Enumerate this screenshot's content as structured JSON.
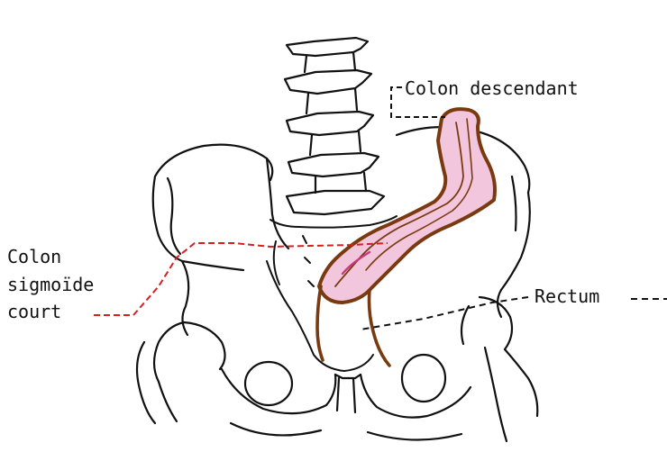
{
  "labels": {
    "colon_descendant": "Colon descendant",
    "colon_sigmoide_line1": "Colon",
    "colon_sigmoide_line2": "sigmoïde",
    "colon_sigmoide_line3": "court",
    "rectum": "Rectum"
  },
  "colors": {
    "bone_outline": "#111111",
    "colon_outline": "#7a3a10",
    "colon_fill": "#e8a6c8",
    "leader_red": "#d62020",
    "leader_black": "#111111"
  }
}
